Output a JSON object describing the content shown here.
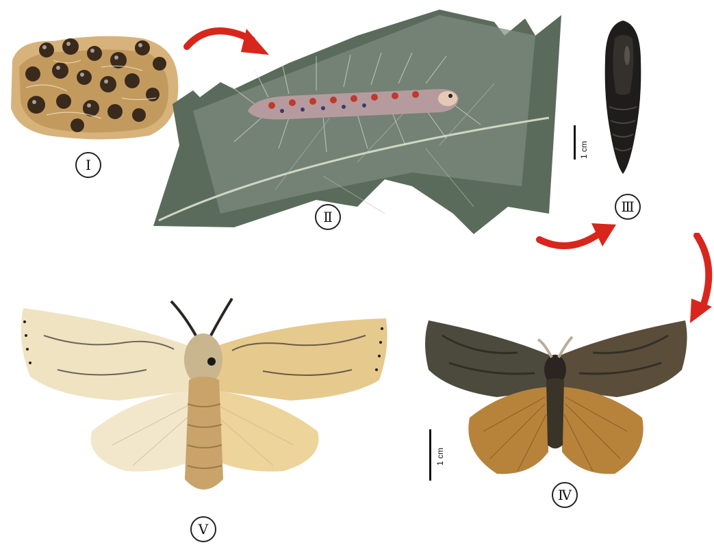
{
  "figure": {
    "stages": [
      {
        "id": "egg-mass",
        "label": "Ⅰ"
      },
      {
        "id": "larva",
        "label": "Ⅱ"
      },
      {
        "id": "pupa",
        "label": "Ⅲ"
      },
      {
        "id": "male-moth",
        "label": "Ⅳ"
      },
      {
        "id": "female-moth",
        "label": "Ⅴ"
      }
    ],
    "scale_bars": [
      {
        "id": "pupa-scale",
        "text": "1 cm"
      },
      {
        "id": "male-scale",
        "text": "1 cm"
      }
    ],
    "colors": {
      "arrow": "#d8261c",
      "egg_mass": "#c9a46a",
      "leaf": "#4a5a4c",
      "larva_spots": "#c0392b",
      "pupa": "#1f1d1b",
      "male_wing": "#4b4a3d",
      "male_hindwing": "#b7833b",
      "female_wing": "#efe3c2",
      "female_body": "#c9a36a"
    }
  }
}
